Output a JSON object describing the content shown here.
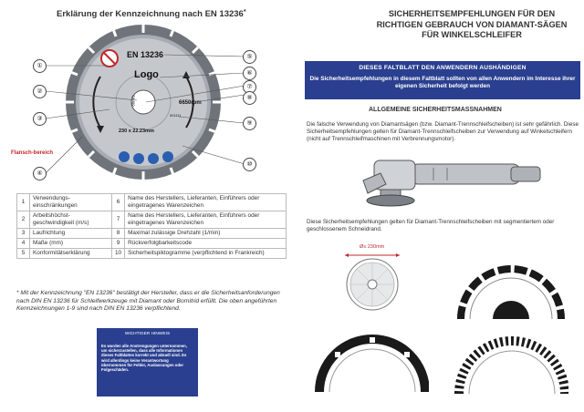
{
  "left": {
    "title": "Erklärung der Kennzeichnung nach EN 13236",
    "title_star": "*",
    "disc": {
      "standard": "EN 13236",
      "logo": "Logo",
      "speed": "6650rpm",
      "size": "230 x 22.23mm",
      "label_80": "80m/s",
      "code": "001111"
    },
    "flansch_label": "Flansch-bereich",
    "callouts": [
      "①",
      "②",
      "③",
      "④",
      "⑤",
      "⑥",
      "⑦",
      "⑧",
      "⑨",
      "⑩"
    ],
    "table": [
      {
        "n1": "1",
        "t1": "Verwendungs-einschränkungen",
        "n2": "6",
        "t2": "Name des Herstellers, Lieferanten, Einführers oder eingetragenes Warenzeichen"
      },
      {
        "n1": "2",
        "t1": "Arbeitshöchst-geschwindigkeit (m/s)",
        "n2": "7",
        "t2": "Name des Herstellers, Lieferanten, Einführers oder eingetragenes Warenzeichen"
      },
      {
        "n1": "3",
        "t1": "Laufrichtung",
        "n2": "8",
        "t2": "Maximal zulässige Drehzahl (1/min)"
      },
      {
        "n1": "4",
        "t1": "Maße (mm)",
        "n2": "9",
        "t2": "Rückverfolgbarkeitscode"
      },
      {
        "n1": "5",
        "t1": "Konformitätserklärung",
        "n2": "10",
        "t2": "Sicherheitspiktogramme (verpflichtend in Frankreich)"
      }
    ],
    "footnote": "* Mit der Kennzeichnung \"EN 13236\" bestätigt der Hersteller, dass er die Sicherheitsanforderungen nach DIN EN 13236 für Schleifwerkzeuge mit Diamant oder Bornitrid erfüllt. Die oben angeführten Kennzeichnungen 1-9 sind nach DIN EN 13236 verpflichtend.",
    "warnbox": {
      "heading": "WICHTIGER HINWEIS",
      "body": "Es wurden alle Anstrengungen unternommen, um sicherzustellen, dass alle Informationen dieses Faltblattes korrekt und aktuell sind. Es wird allerdings keine Verantwortung übernommen für Fehler, Auslassungen oder Folgeschäden."
    }
  },
  "right": {
    "title": "SICHERHEITSEMPFEHLUNGEN FÜR DEN RICHTIGEN GEBRAUCH VON DIAMANT-SÄGEN FÜR WINKELSCHLEIFER",
    "banner": {
      "heading": "DIESES FALTBLATT DEN ANWENDERN AUSHÄNDIGEN",
      "text": "Die Sicherheitsempfehlungen in diesem Faltblatt sollten von allen Anwendern im Interesse ihrer eigenen Sicherheit befolgt werden"
    },
    "section": "ALLGEMEINE SICHERHEITSMASSNAHMEN",
    "para1": "Die falsche Verwendung von Diamantsägen (bzw. Diamant-Trennschleifscheiben) ist sehr gefährlich. Diese Sicherheitsempfehlungen gelten für Diamant-Trennschleifscheiben zur Verwendung auf Winkelschleifern (nicht auf Trennschleifmaschinen mit Verbrennungsmotor).",
    "para2": "Diese Sicherheitsempfehlungen gelten für Diamant-Trennschleifscheiben mit segmentiertem oder geschlossenem Schneidrand.",
    "dim_label": "Ø≤ 230mm"
  },
  "colors": {
    "banner": "#2a3f8f",
    "disc": "#8a8f96",
    "accent_red": "#c0282d"
  }
}
